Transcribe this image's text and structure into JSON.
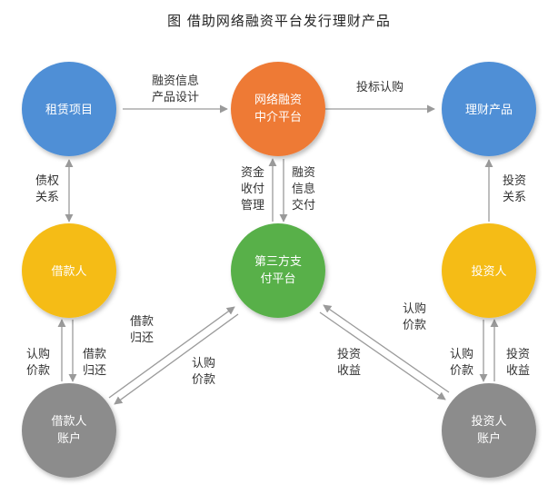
{
  "title": "图   借助网络融资平台发行理财产品",
  "nodes": {
    "lease_project": {
      "lines": [
        "租赁项目"
      ],
      "color": "#4f8fd6"
    },
    "platform": {
      "lines": [
        "网络融资",
        "中介平台"
      ],
      "color": "#ee7a36"
    },
    "wealth_product": {
      "lines": [
        "理财产品"
      ],
      "color": "#4f8fd6"
    },
    "borrower": {
      "lines": [
        "借款人"
      ],
      "color": "#f5bc14"
    },
    "third_party_pay": {
      "lines": [
        "第三方支",
        "付平台"
      ],
      "color": "#58b04a"
    },
    "investor": {
      "lines": [
        "投资人"
      ],
      "color": "#f5bc14"
    },
    "borrower_account": {
      "lines": [
        "借款人",
        "账户"
      ],
      "color": "#8c8c8c"
    },
    "investor_account": {
      "lines": [
        "投资人",
        "账户"
      ],
      "color": "#8c8c8c"
    }
  },
  "edges": {
    "lease_to_platform": [
      "融资信息",
      "产品设计"
    ],
    "platform_to_product": [
      "投标认购"
    ],
    "lease_borrower": [
      "债权",
      "关系"
    ],
    "product_investor": [
      "投资",
      "关系"
    ],
    "pay_to_platform": [
      "资金",
      "收付",
      "管理"
    ],
    "platform_to_pay": [
      "融资",
      "信息",
      "交付"
    ],
    "borrower_to_pay": [
      "借款",
      "归还"
    ],
    "pay_to_borrower_acct": [
      "认购",
      "价款"
    ],
    "borrower_acct_up": [
      "认购",
      "价款"
    ],
    "borrower_down": [
      "借款",
      "归还"
    ],
    "investor_acct_to_pay": [
      "认购",
      "价款"
    ],
    "pay_to_investor_acct": [
      "投资",
      "收益"
    ],
    "investor_down": [
      "认购",
      "价款"
    ],
    "investor_acct_up": [
      "投资",
      "收益"
    ]
  }
}
